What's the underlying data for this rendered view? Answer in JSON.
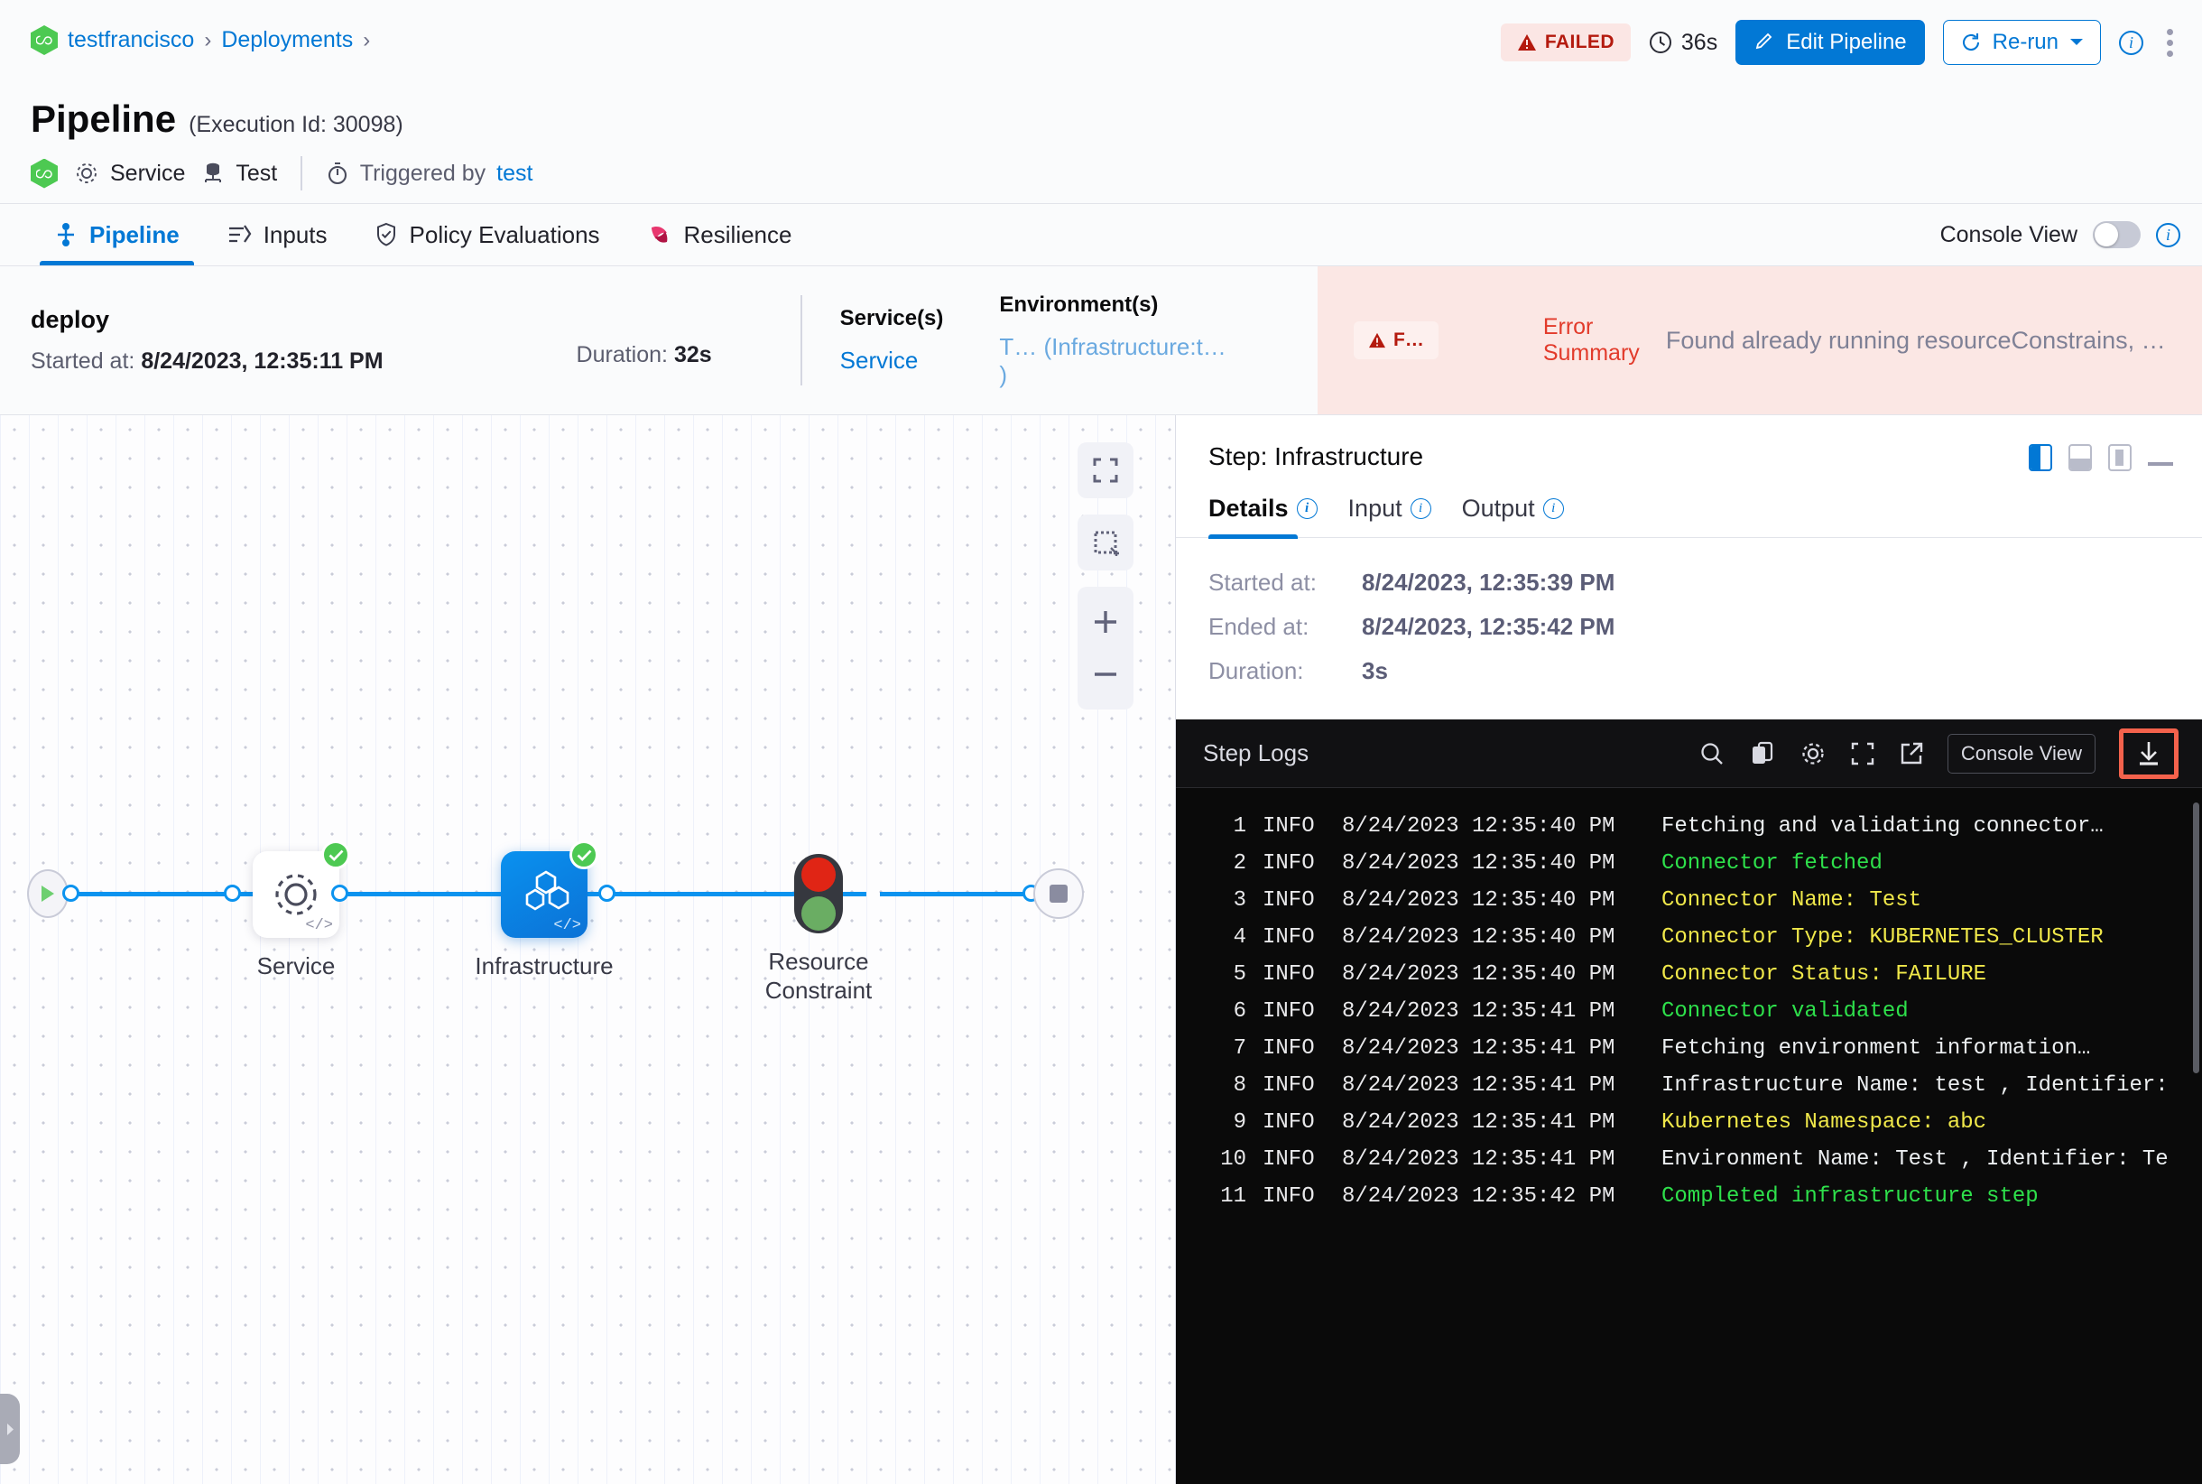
{
  "breadcrumb": {
    "project": "testfrancisco",
    "section": "Deployments",
    "separator": "›"
  },
  "header": {
    "title": "Pipeline",
    "execution_id": "(Execution Id: 30098)",
    "status_badge": "FAILED",
    "duration": "36s",
    "edit_button": "Edit Pipeline",
    "rerun_button": "Re-run",
    "meta": {
      "service": "Service",
      "environment": "Test",
      "triggered_label": "Triggered by",
      "triggered_by": "test"
    }
  },
  "tabs": [
    {
      "label": "Pipeline",
      "icon": "pipeline-icon",
      "active": true
    },
    {
      "label": "Inputs",
      "icon": "inputs-icon",
      "active": false
    },
    {
      "label": "Policy Evaluations",
      "icon": "shield-check-icon",
      "active": false
    },
    {
      "label": "Resilience",
      "icon": "resilience-icon",
      "active": false
    }
  ],
  "console_view": {
    "label": "Console View",
    "enabled": false
  },
  "stage": {
    "name": "deploy",
    "started_label": "Started at:",
    "started_value": "8/24/2023, 12:35:11 PM",
    "duration_label": "Duration:",
    "duration_value": "32s",
    "services_header": "Service(s)",
    "services_value": "Service",
    "environments_header": "Environment(s)",
    "environments_value": "T… (Infrastructure:t… )"
  },
  "error_summary": {
    "chip": "F…",
    "label_line1": "Error",
    "label_line2": "Summary",
    "message": "Found already running resourceConstrains, …"
  },
  "canvas": {
    "controls": [
      {
        "name": "fit-to-screen-button"
      },
      {
        "name": "selection-box-button"
      },
      {
        "name": "zoom-in-button",
        "label": "+"
      },
      {
        "name": "zoom-out-button",
        "label": "−"
      }
    ],
    "nodes": [
      {
        "id": "service",
        "label": "Service",
        "type": "service",
        "status": "success",
        "selected": false
      },
      {
        "id": "infrastructure",
        "label": "Infrastructure",
        "type": "infrastructure",
        "status": "success",
        "selected": true
      },
      {
        "id": "resource-constraint",
        "label": "Resource\nConstraint",
        "label1": "Resource",
        "label2": "Constraint",
        "type": "resource-constraint",
        "status": "none",
        "selected": false
      }
    ]
  },
  "step_panel": {
    "title": "Step: Infrastructure",
    "tabs": [
      {
        "label": "Details",
        "active": true
      },
      {
        "label": "Input",
        "active": false
      },
      {
        "label": "Output",
        "active": false
      }
    ],
    "details": [
      {
        "key": "Started at:",
        "value": "8/24/2023, 12:35:39 PM"
      },
      {
        "key": "Ended at:",
        "value": "8/24/2023, 12:35:42 PM"
      },
      {
        "key": "Duration:",
        "value": "3s"
      }
    ]
  },
  "logs": {
    "title": "Step Logs",
    "console_view_button": "Console View",
    "toolbar_icons": [
      "search-icon",
      "copy-icon",
      "gear-icon",
      "fullscreen-icon",
      "external-link-icon"
    ],
    "download_icon": "download-icon",
    "lines": [
      {
        "n": "1",
        "level": "INFO",
        "ts": "8/24/2023 12:35:40 PM",
        "msg": "Fetching and validating connector…",
        "color": "white"
      },
      {
        "n": "2",
        "level": "INFO",
        "ts": "8/24/2023 12:35:40 PM",
        "msg": "Connector fetched",
        "color": "green"
      },
      {
        "n": "3",
        "level": "INFO",
        "ts": "8/24/2023 12:35:40 PM",
        "msg": "Connector Name: Test",
        "color": "yellow"
      },
      {
        "n": "4",
        "level": "INFO",
        "ts": "8/24/2023 12:35:40 PM",
        "msg": "Connector Type: KUBERNETES_CLUSTER",
        "color": "yellow"
      },
      {
        "n": "5",
        "level": "INFO",
        "ts": "8/24/2023 12:35:40 PM",
        "msg": "Connector Status: FAILURE",
        "color": "yellow"
      },
      {
        "n": "6",
        "level": "INFO",
        "ts": "8/24/2023 12:35:41 PM",
        "msg": "Connector validated",
        "color": "green"
      },
      {
        "n": "7",
        "level": "INFO",
        "ts": "8/24/2023 12:35:41 PM",
        "msg": "Fetching environment information…",
        "color": "white"
      },
      {
        "n": "8",
        "level": "INFO",
        "ts": "8/24/2023 12:35:41 PM",
        "msg": "Infrastructure Name: test , Identifier:",
        "color": "white"
      },
      {
        "n": "9",
        "level": "INFO",
        "ts": "8/24/2023 12:35:41 PM",
        "msg": "Kubernetes Namespace: abc",
        "color": "yellow"
      },
      {
        "n": "10",
        "level": "INFO",
        "ts": "8/24/2023 12:35:41 PM",
        "msg": "Environment Name: Test , Identifier: Te",
        "color": "white"
      },
      {
        "n": "11",
        "level": "INFO",
        "ts": "8/24/2023 12:35:42 PM",
        "msg": "Completed infrastructure step",
        "color": "green"
      }
    ]
  },
  "colors": {
    "accent": "#0278d5",
    "danger": "#b41a0e",
    "success": "#4dc952",
    "highlight": "#f4624c"
  }
}
